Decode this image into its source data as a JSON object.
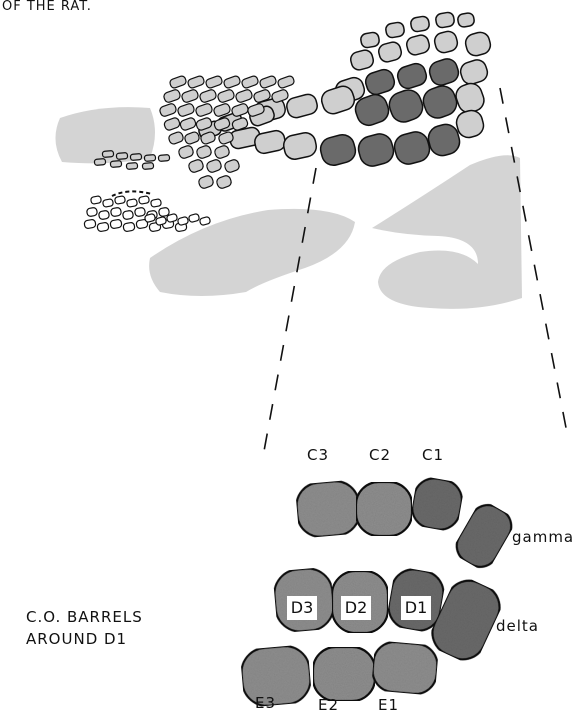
{
  "header_fragment": "OF THE RAT.",
  "colors": {
    "fill_light": "#cfcfcf",
    "fill_dark": "#6a6a6a",
    "fill_medium": "#8e8e8e",
    "stroke": "#111111"
  },
  "barrel_labels": {
    "row_c": [
      "C3",
      "C2",
      "C1"
    ],
    "row_d": [
      "D3",
      "D2",
      "D1"
    ],
    "row_e": [
      "E3",
      "E2",
      "E1"
    ],
    "straddlers": [
      "gamma",
      "delta"
    ]
  },
  "caption": {
    "line1": "C.O. BARRELS",
    "line2": "AROUND D1"
  }
}
